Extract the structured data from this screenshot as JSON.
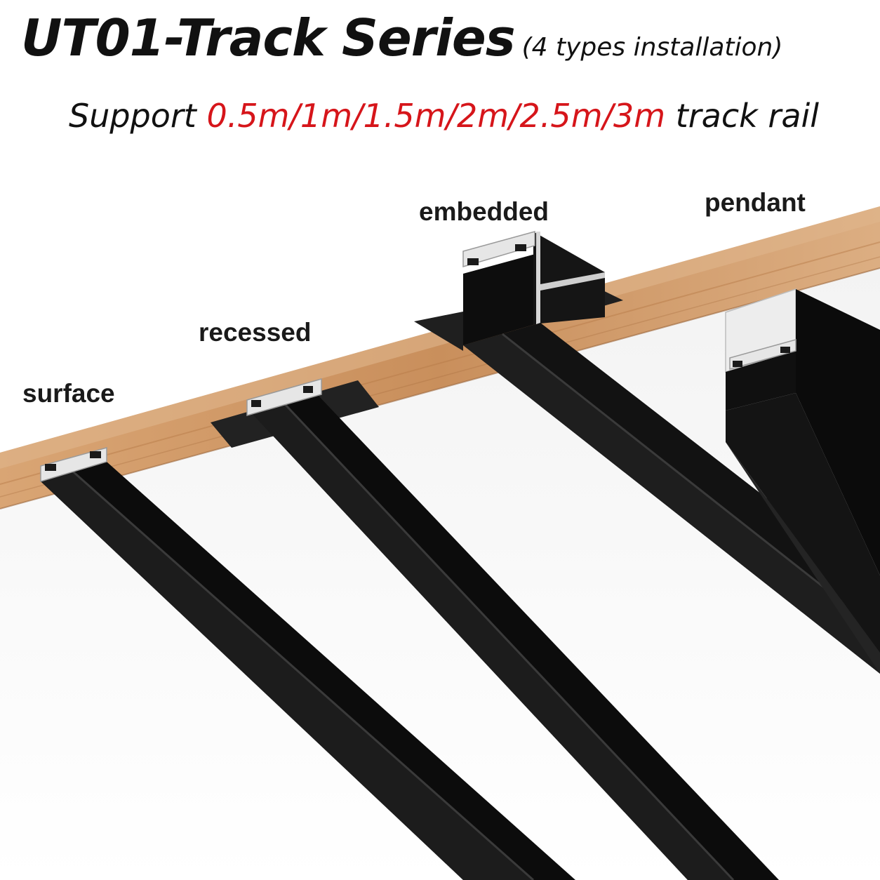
{
  "header": {
    "title": "UT01-Track Series",
    "title_note": "(4 types installation)",
    "subtitle_prefix": "Support ",
    "subtitle_lengths": "0.5m/1m/1.5m/2m/2.5m/3m",
    "subtitle_suffix": " track rail"
  },
  "labels": {
    "surface": "surface",
    "recessed": "recessed",
    "embedded": "embedded",
    "pendant": "pendant"
  },
  "colors": {
    "highlight": "#d6151a",
    "text": "#111111",
    "rail": "#121212",
    "wood": "#c8925e",
    "aluminium": "#e8e8e8"
  }
}
